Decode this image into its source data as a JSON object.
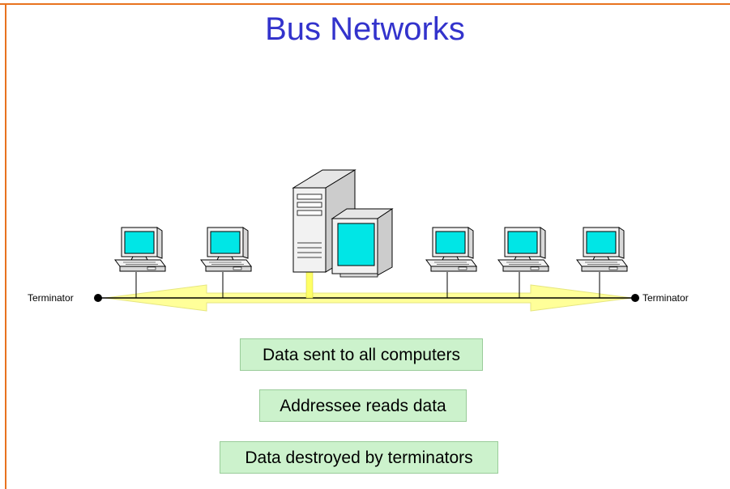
{
  "title": "Bus Networks",
  "terminators": {
    "left_label": "Terminator",
    "right_label": "Terminator"
  },
  "notes": [
    "Data sent to all computers",
    "Addressee reads data",
    "Data destroyed by terminators"
  ],
  "colors": {
    "title": "#3333cc",
    "frame": "#e8731f",
    "bus_arrow": "#ffff99",
    "screen": "#00e6e6",
    "note_bg": "#ccf2cc"
  }
}
